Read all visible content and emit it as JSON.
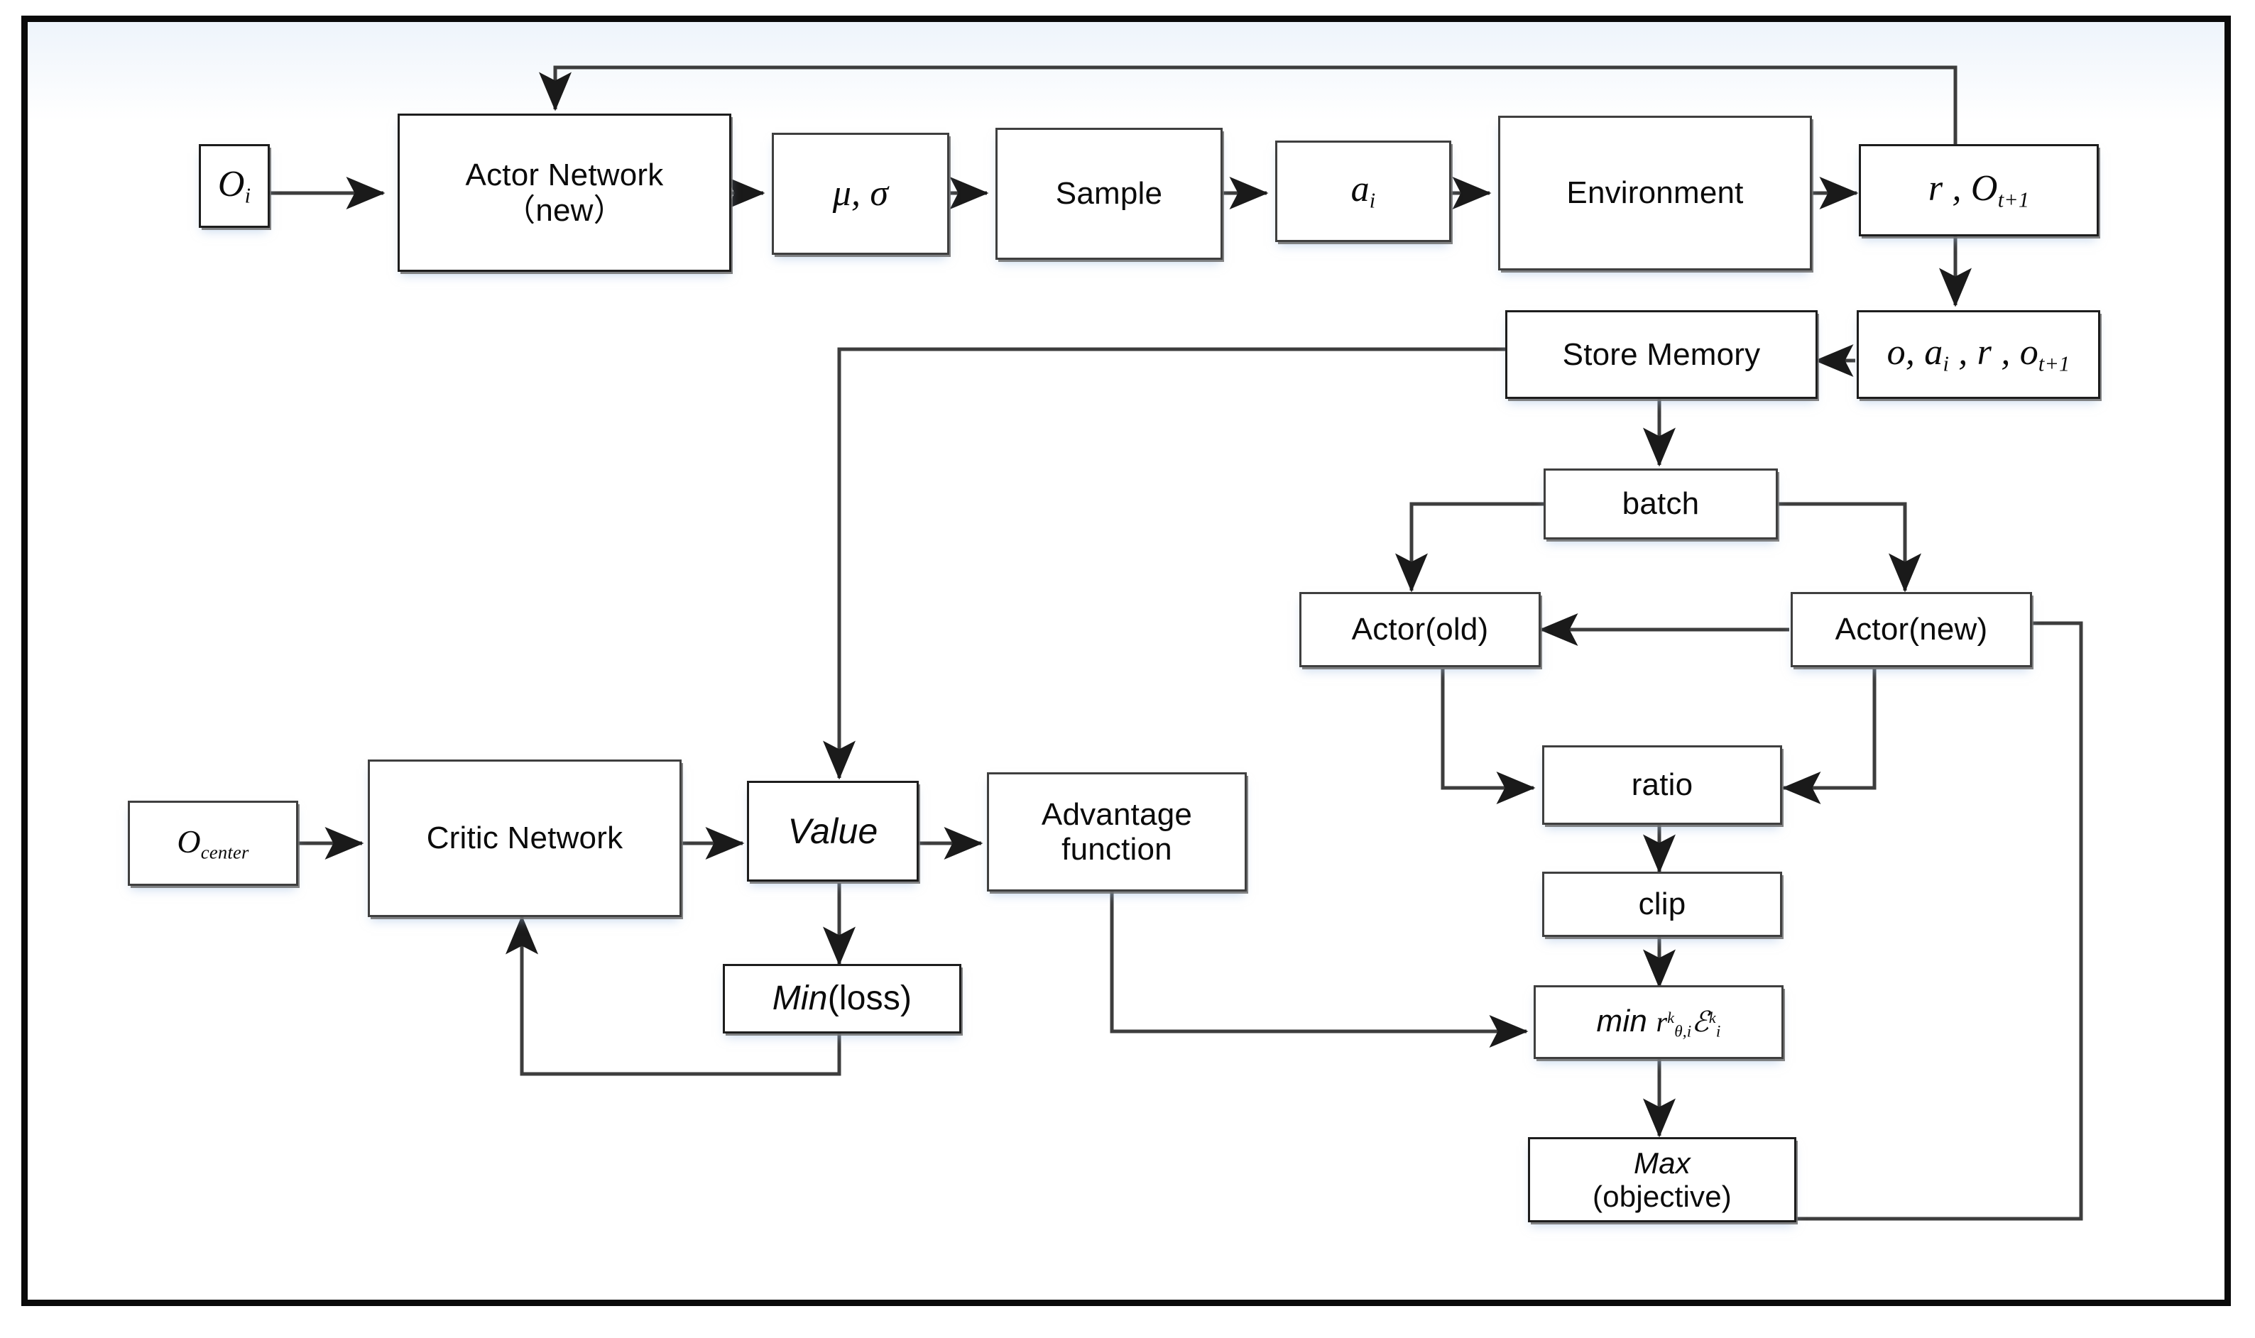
{
  "diagram": {
    "title": "PPO actor-critic training flowchart",
    "frame_border_color": "#0a0a0a",
    "node_border_color": "#3f3f3f",
    "line_color": "#3d3d3d",
    "background": "#ffffff"
  },
  "nodes": {
    "observation_i": {
      "label": "O",
      "sub": "i"
    },
    "actor_network_new": {
      "line1": "Actor Network",
      "line2": "（new）"
    },
    "mu_sigma": {
      "label": "μ, σ"
    },
    "sample": {
      "label": "Sample"
    },
    "action_i": {
      "label": "a",
      "sub": "i"
    },
    "environment": {
      "label": "Environment"
    },
    "reward_obs": {
      "label": "r , O",
      "sub": "t+1"
    },
    "store_memory": {
      "label": "Store Memory"
    },
    "transition_tuple": {
      "label": "o, a",
      "sub1": "i",
      "mid": " , r , o",
      "sub2": "t+1"
    },
    "batch": {
      "label": "batch"
    },
    "actor_old": {
      "label": "Actor(old)"
    },
    "actor_new_small": {
      "label": "Actor(new)"
    },
    "ratio": {
      "label": "ratio"
    },
    "clip": {
      "label": "clip"
    },
    "min_objective": {
      "label": "min",
      "expr_r": "r",
      "sub_r": "θ,i",
      "sup_r": "k",
      "expr_a": "ℰ",
      "sub_a": "i",
      "sup_a": "k"
    },
    "max_objective": {
      "line1": "Max",
      "line2": "(objective)"
    },
    "observation_center": {
      "label": "O",
      "sub": "center"
    },
    "critic_network": {
      "label": "Critic Network"
    },
    "value": {
      "label": "Value"
    },
    "advantage_function": {
      "line1": "Advantage",
      "line2": "function"
    },
    "min_loss": {
      "label": "Min",
      "suffix": "(loss)"
    }
  },
  "edges": [
    {
      "from": "observation_i",
      "to": "actor_network_new"
    },
    {
      "from": "actor_network_new",
      "to": "mu_sigma"
    },
    {
      "from": "mu_sigma",
      "to": "sample"
    },
    {
      "from": "sample",
      "to": "action_i"
    },
    {
      "from": "action_i",
      "to": "environment"
    },
    {
      "from": "environment",
      "to": "reward_obs"
    },
    {
      "from": "reward_obs",
      "to": "actor_network_new",
      "routing": "top-feedback"
    },
    {
      "from": "reward_obs",
      "to": "transition_tuple"
    },
    {
      "from": "transition_tuple",
      "to": "store_memory"
    },
    {
      "from": "store_memory",
      "to": "batch"
    },
    {
      "from": "store_memory",
      "to": "value",
      "routing": "left-then-down"
    },
    {
      "from": "batch",
      "to": "actor_old"
    },
    {
      "from": "batch",
      "to": "actor_new_small"
    },
    {
      "from": "actor_new_small",
      "to": "actor_old"
    },
    {
      "from": "actor_old",
      "to": "ratio"
    },
    {
      "from": "actor_new_small",
      "to": "ratio"
    },
    {
      "from": "ratio",
      "to": "clip"
    },
    {
      "from": "clip",
      "to": "min_objective"
    },
    {
      "from": "min_objective",
      "to": "max_objective"
    },
    {
      "from": "max_objective",
      "to": "actor_new_small",
      "routing": "right-feedback"
    },
    {
      "from": "observation_center",
      "to": "critic_network"
    },
    {
      "from": "critic_network",
      "to": "value"
    },
    {
      "from": "value",
      "to": "advantage_function"
    },
    {
      "from": "value",
      "to": "min_loss"
    },
    {
      "from": "min_loss",
      "to": "critic_network",
      "routing": "bottom-feedback"
    },
    {
      "from": "advantage_function",
      "to": "min_objective",
      "routing": "down-then-right"
    }
  ]
}
